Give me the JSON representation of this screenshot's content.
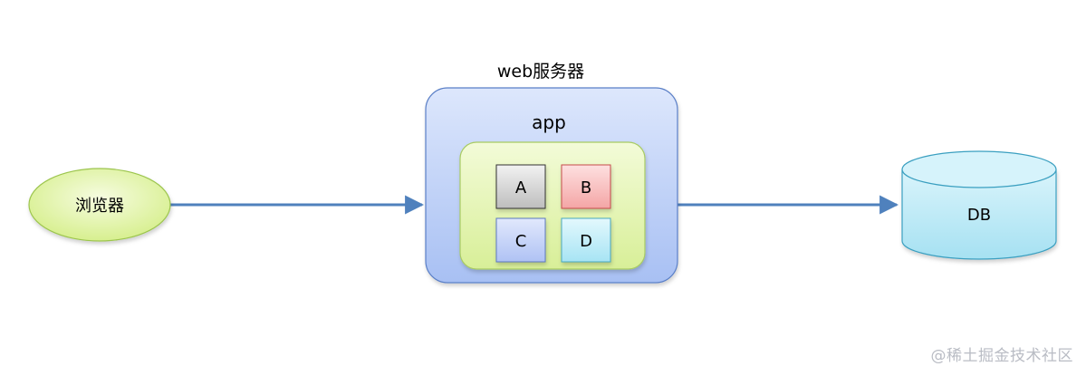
{
  "nodes": {
    "browser": {
      "label": "浏览器"
    },
    "server": {
      "title": "web服务器"
    },
    "app": {
      "label": "app"
    },
    "modules": {
      "a": "A",
      "b": "B",
      "c": "C",
      "d": "D"
    },
    "db": {
      "label": "DB"
    }
  },
  "watermark": "@稀土掘金技术社区",
  "colors": {
    "arrow": "#4f81bd",
    "browser_fill": "#e6f5b0",
    "server_fill": "#b4c9f5",
    "app_fill": "#e4f4b0",
    "module_a": "#d2d2d2",
    "module_b": "#f7b8b8",
    "module_c": "#c3d0f8",
    "module_d": "#bdeef8",
    "db_fill": "#bdeaf6"
  }
}
